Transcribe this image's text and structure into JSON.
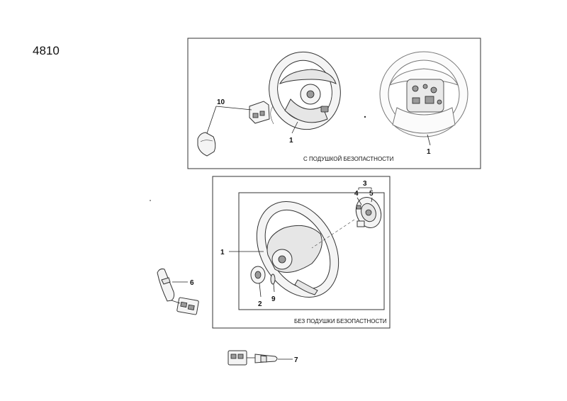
{
  "diagram_code": "4810",
  "panels": {
    "with_airbag": {
      "caption": "С ПОДУШКОЙ БЕЗОПАСТНОСТИ"
    },
    "without_airbag": {
      "caption": "БЕЗ ПОДУШКИ БЕЗОПАСТНОСТИ"
    }
  },
  "callouts": {
    "c10": "10",
    "c1_airbag_left": "1",
    "c1_airbag_right": "1",
    "c3": "3",
    "c4": "4",
    "c5": "5",
    "c1_noairbag": "1",
    "c6": "6",
    "c2": "2",
    "c9": "9",
    "c7": "7"
  }
}
